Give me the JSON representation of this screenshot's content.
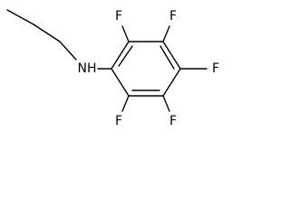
{
  "molecule": {
    "amine_label": "NH",
    "fluorine_labels": [
      "F",
      "F",
      "F",
      "F",
      "F"
    ]
  },
  "colors": {
    "bond": "#000000",
    "label": "#000000",
    "background": "#ffffff"
  }
}
